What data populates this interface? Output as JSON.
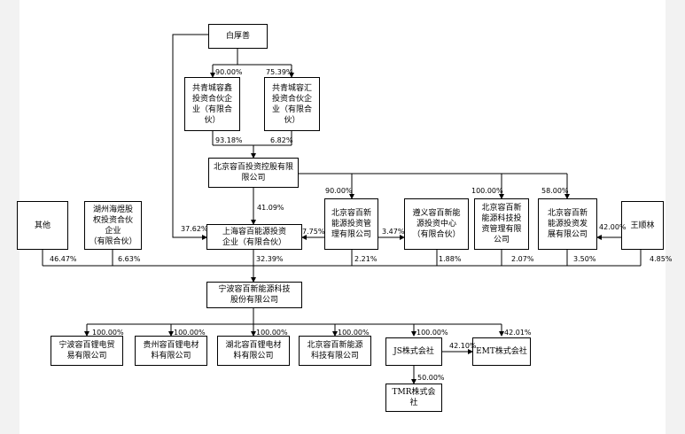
{
  "nodes": {
    "bai": "白厚善",
    "gqcxx": "共青城容鑫\n投资合伙企\n业（有限合\n伙）",
    "gqchh": "共青城容汇\n投资合伙企\n业（有限合\n伙）",
    "bjrb": "北京容百投资控股有限\n限公司",
    "shrb": "上海容百能源投资\n企业（有限合伙）",
    "other": "其他",
    "hzhs": "湖州海煜股\n权投资合伙\n企业\n（有限合伙）",
    "bjnyg": "北京容百新\n能源投资管\n理有限公司",
    "zyrb": "遵义容百新能\n源投资中心\n（有限合伙）",
    "bjkj": "北京容百新\n能源科技投\n资管理有限\n公司",
    "bjfz": "北京容百新\n能源投资发\n展有限公司",
    "wsl": "王顺林",
    "nbrb": "宁波容百新能源科技\n股份有限公司",
    "nbdm": "宁波容百锂电贸\n易有限公司",
    "gzcl": "贵州容百锂电材\n料有限公司",
    "hbcl": "湖北容百锂电材\n料有限公司",
    "bjxkj": "北京容百新能源\n科技有限公司",
    "js": "JS株式会社",
    "emt": "EMT株式会社",
    "tmr": "TMR株式会社"
  },
  "percentages": {
    "bai_gqcxx": "90.00%",
    "bai_gqchh": "75.39%",
    "gqcxx_bjrb": "93.18%",
    "gqchh_bjrb": "6.82%",
    "bjrb_shrb": "41.09%",
    "bai_shrb": "37.62%",
    "bjrb_bjnyg": "90.00%",
    "bjnyg_shrb": "7.75%",
    "bjnyg_zyrb": "3.47%",
    "bjrb_bjkj": "100.00%",
    "bjrb_bjfz": "58.00%",
    "wsl_bjfz": "42.00%",
    "other_nb": "46.47%",
    "hzhs_nb": "6.63%",
    "shrb_nb": "32.39%",
    "bjnyg_nb": "2.21%",
    "zyrb_nb": "1.88%",
    "bjkj_nb": "2.07%",
    "bjfz_nb": "3.50%",
    "wsl_nb": "4.85%",
    "nb_nbdm": "100.00%",
    "nb_gzcl": "100.00%",
    "nb_hbcl": "100.00%",
    "nb_bjxkj": "100.00%",
    "nb_js": "100.00%",
    "nb_emt": "42.01%",
    "js_emt": "42.10%",
    "js_tmr": "50.00%"
  },
  "colors": {
    "line": "#000000",
    "strip": "#f2f2f2",
    "background": "#ffffff"
  }
}
